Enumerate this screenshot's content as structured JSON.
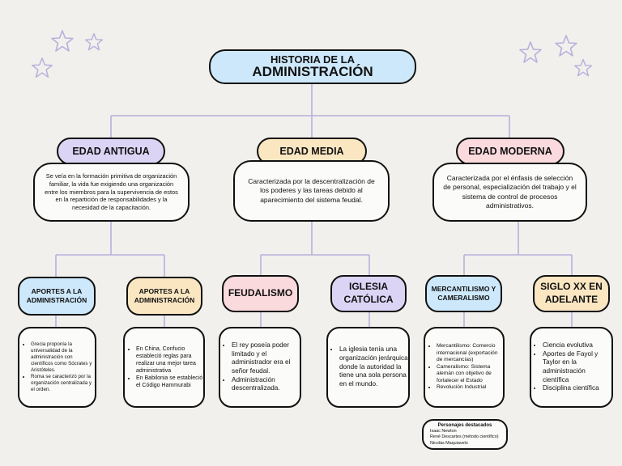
{
  "title": {
    "line1": "HISTORIA DE LA",
    "line2": "ADMINISTRACIÓN"
  },
  "eras": [
    {
      "label": "EDAD ANTIGUA",
      "desc": "Se veía en la formación primitiva de organización familiar, la vida fue exigiendo una organización entre los miembros para la supervivencia de estos en la repartición de responsabilidades y la necesidad de la capacitación.",
      "subs": [
        {
          "label": "APORTES A LA ADMINISTRACIÓN",
          "items": [
            "Grecia proponía la universalidad de la administración con científicos como Sócrates y Aristóteles.",
            "Roma se caracterizó por la organización centralizada y el orden."
          ]
        },
        {
          "label": "APORTES A LA ADMINISTRACIÓN",
          "items": [
            "En China, Confucio estableció reglas para realizar una mejor tarea administrativa",
            "En Babilonia se estableció el Código Hammurabi"
          ]
        }
      ]
    },
    {
      "label": "EDAD MEDIA",
      "desc": "Caracterizada por la descentralización de los poderes y las tareas debido al aparecimiento del sistema feudal.",
      "subs": [
        {
          "label": "FEUDALISMO",
          "items": [
            "El rey poseía poder limitado y el administrador era el señor feudal.",
            "Administración descentralizada."
          ]
        },
        {
          "label": "IGLESIA CATÓLICA",
          "items": [
            "La iglesia tenía una organización jerárquica donde la autoridad la tiene una sola persona en el mundo."
          ]
        }
      ]
    },
    {
      "label": "EDAD MODERNA",
      "desc": "Caracterizada por el énfasis de selección de personal, especialización del trabajo y el sistema de control de procesos administrativos.",
      "subs": [
        {
          "label": "MERCANTILISMO Y CAMERALISMO",
          "items": [
            "Mercantilismo: Comercio internacional (exportación de mercancías)",
            "Cameralismo: Sistema alemán con objetivo de fortalecer el Estado",
            "Revolución Industrial"
          ]
        },
        {
          "label": "SIGLO XX EN ADELANTE",
          "items": [
            "Ciencia evolutiva",
            "Aportes de Fayol y Taylor en la administración científica",
            "Disciplina científica"
          ]
        }
      ]
    }
  ],
  "personajes": {
    "heading": "Personajes destacados",
    "items": [
      "Isaac Newton",
      "René Descartes (método científico)",
      "Nicolás Maquiavelo"
    ]
  },
  "colors": {
    "background": "#f1f0ec",
    "connector": "#b8b0dc",
    "purple": "#dcd4f5",
    "yellow": "#fbe6c2",
    "pink": "#fbdade",
    "blue": "#cde8fb"
  }
}
